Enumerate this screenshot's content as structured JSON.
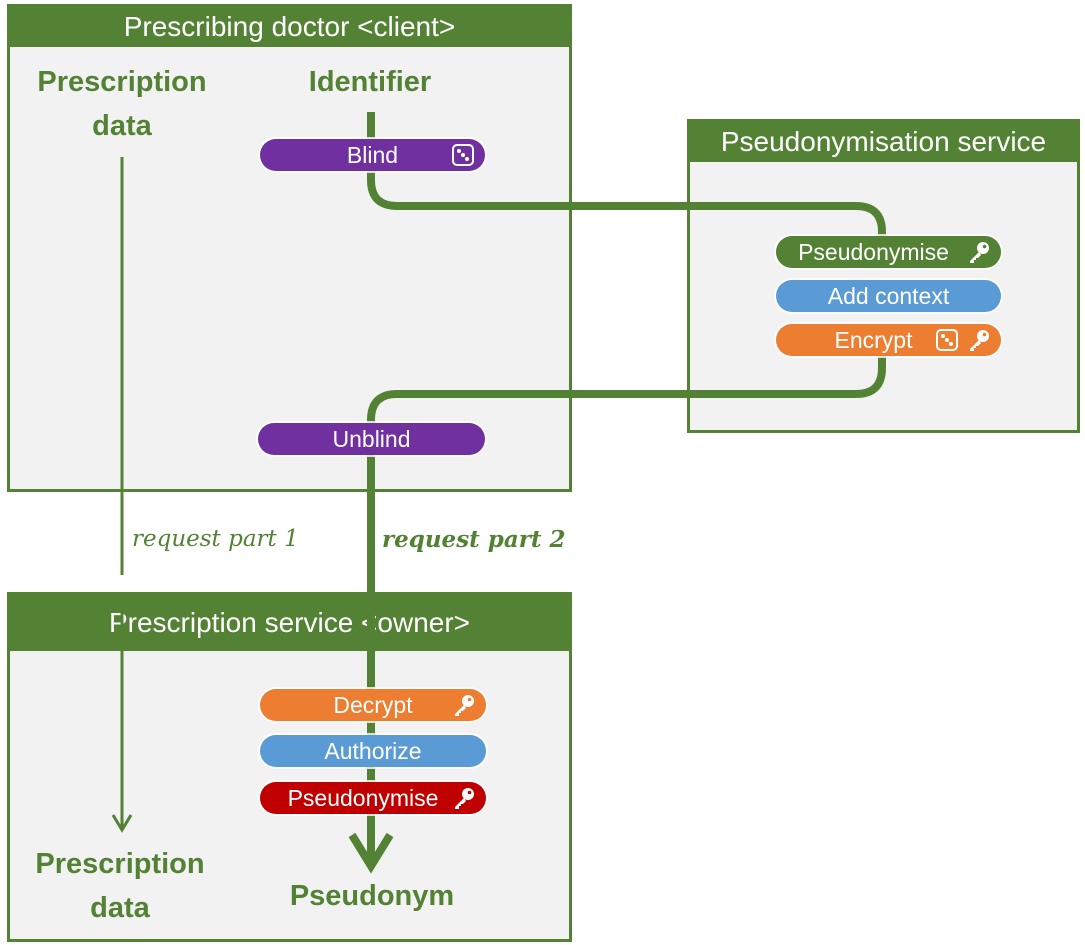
{
  "colors": {
    "green": "#548235",
    "purple": "#7030a0",
    "blue": "#5b9bd5",
    "orange": "#ed7d31",
    "red": "#c00000"
  },
  "client_box": {
    "title": "Prescribing doctor <client>",
    "prescription_label_line1": "Prescription",
    "prescription_label_line2": "data",
    "identifier_label": "Identifier",
    "blind": {
      "label": "Blind",
      "icons": [
        "dice-icon"
      ]
    },
    "unblind": {
      "label": "Unblind"
    }
  },
  "pseudo_service": {
    "title": "Pseudonymisation service",
    "steps": [
      {
        "label": "Pseudonymise",
        "icons": [
          "key-icon"
        ]
      },
      {
        "label": "Add context",
        "icons": []
      },
      {
        "label": "Encrypt",
        "icons": [
          "dice-icon",
          "key-icon"
        ]
      }
    ]
  },
  "requests": {
    "part1": "request part 1",
    "part2": "request part 2"
  },
  "owner_box": {
    "title": "Prescription service <owner>",
    "steps": [
      {
        "label": "Decrypt",
        "icons": [
          "key-icon"
        ]
      },
      {
        "label": "Authorize",
        "icons": []
      },
      {
        "label": "Pseudonymise",
        "icons": [
          "key-icon"
        ]
      }
    ],
    "prescription_label_line1": "Prescription",
    "prescription_label_line2": "data",
    "pseudonym_label": "Pseudonym"
  }
}
